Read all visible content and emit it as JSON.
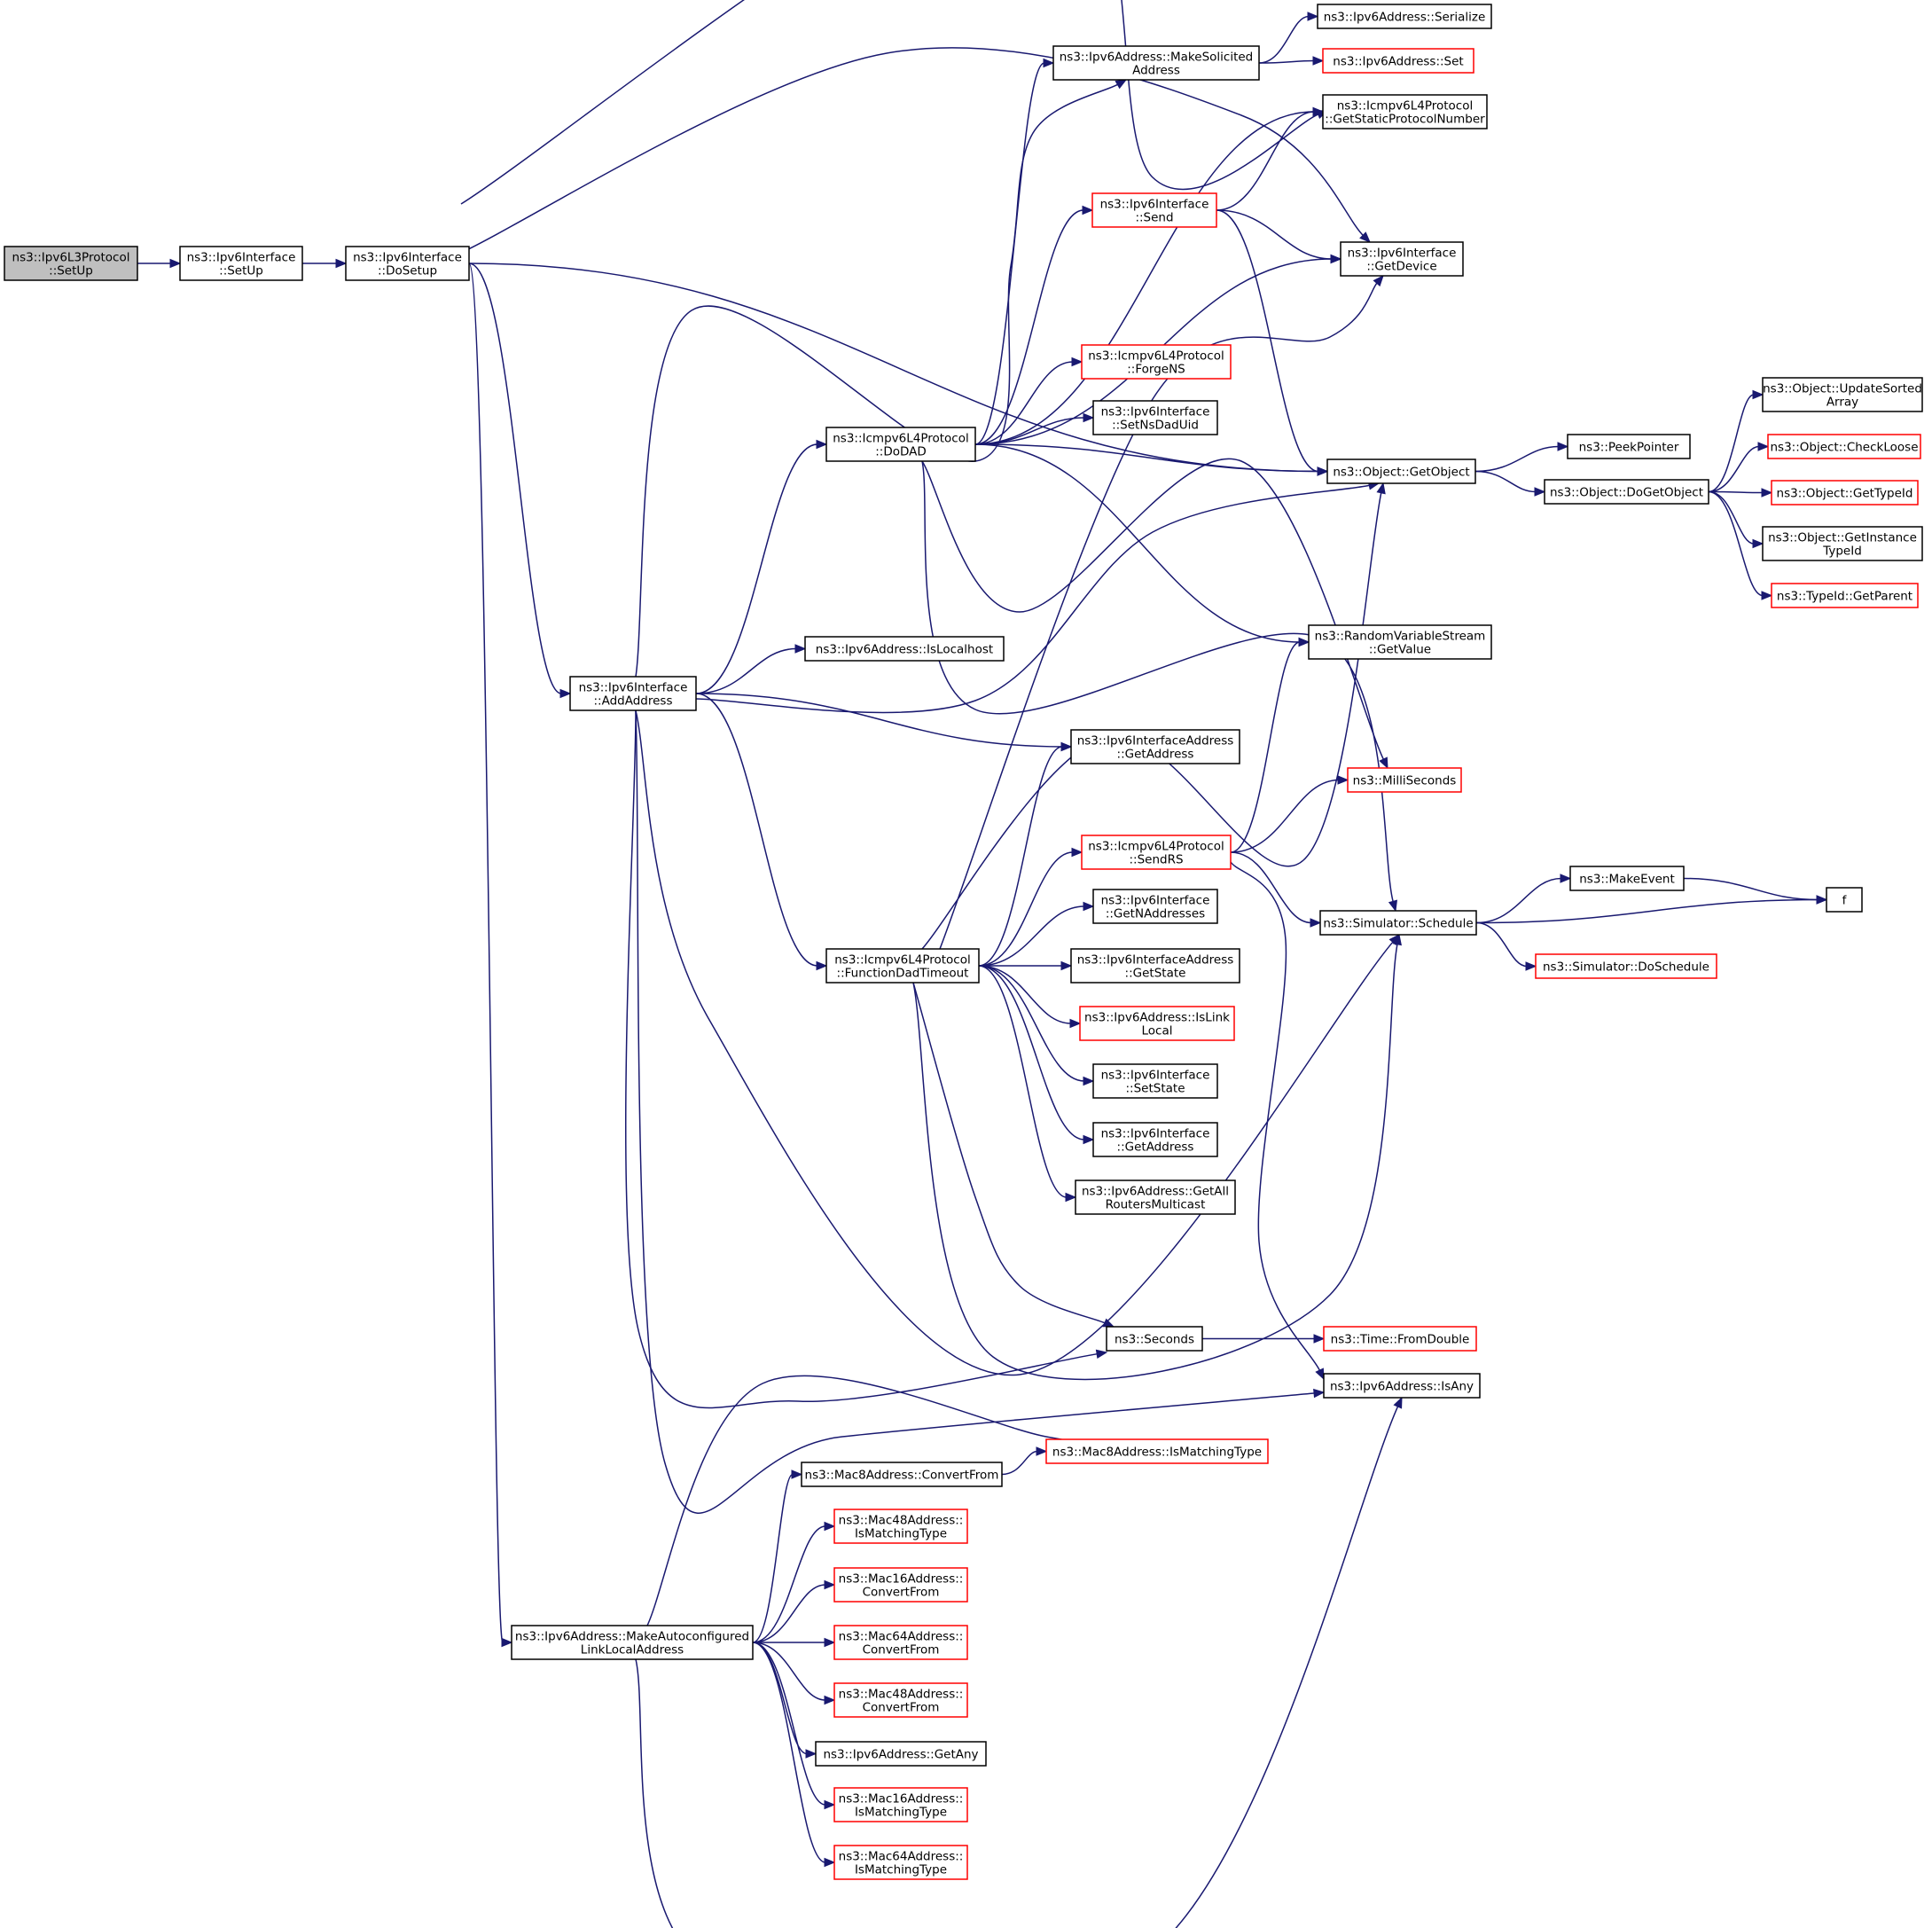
{
  "colors": {
    "edge": "#191970",
    "normal_border": "#000000",
    "truncated_border": "#ff0000",
    "root_fill": "#bfbfbf"
  },
  "nodes": {
    "setup_l3": {
      "lines": [
        "ns3::Ipv6L3Protocol",
        "::SetUp"
      ],
      "style": "root"
    },
    "setup_if": {
      "lines": [
        "ns3::Ipv6Interface",
        "::SetUp"
      ],
      "style": "normal"
    },
    "dosetup": {
      "lines": [
        "ns3::Ipv6Interface",
        "::DoSetup"
      ],
      "style": "normal"
    },
    "addaddress": {
      "lines": [
        "ns3::Ipv6Interface",
        "::AddAddress"
      ],
      "style": "normal"
    },
    "makeautolink": {
      "lines": [
        "ns3::Ipv6Address::MakeAutoconfigured",
        "LinkLocalAddress"
      ],
      "style": "normal"
    },
    "makesolicited": {
      "lines": [
        "ns3::Ipv6Address::MakeSolicited",
        "Address"
      ],
      "style": "normal"
    },
    "serialize": {
      "lines": [
        "ns3::Ipv6Address::Serialize"
      ],
      "style": "normal"
    },
    "addrset": {
      "lines": [
        "ns3::Ipv6Address::Set"
      ],
      "style": "red"
    },
    "getstaticproto": {
      "lines": [
        "ns3::Icmpv6L4Protocol",
        "::GetStaticProtocolNumber"
      ],
      "style": "normal"
    },
    "ifsend": {
      "lines": [
        "ns3::Ipv6Interface",
        "::Send"
      ],
      "style": "red"
    },
    "getdevice": {
      "lines": [
        "ns3::Ipv6Interface",
        "::GetDevice"
      ],
      "style": "normal"
    },
    "forgens": {
      "lines": [
        "ns3::Icmpv6L4Protocol",
        "::ForgeNS"
      ],
      "style": "red"
    },
    "setnsdaduid": {
      "lines": [
        "ns3::Ipv6Interface",
        "::SetNsDadUid"
      ],
      "style": "normal"
    },
    "dodad": {
      "lines": [
        "ns3::Icmpv6L4Protocol",
        "::DoDAD"
      ],
      "style": "normal"
    },
    "getobject": {
      "lines": [
        "ns3::Object::GetObject"
      ],
      "style": "normal"
    },
    "peekpointer": {
      "lines": [
        "ns3::PeekPointer"
      ],
      "style": "normal"
    },
    "dogetobject": {
      "lines": [
        "ns3::Object::DoGetObject"
      ],
      "style": "normal"
    },
    "updatesorted": {
      "lines": [
        "ns3::Object::UpdateSorted",
        "Array"
      ],
      "style": "normal"
    },
    "checkloose": {
      "lines": [
        "ns3::Object::CheckLoose"
      ],
      "style": "red"
    },
    "gettypeid": {
      "lines": [
        "ns3::Object::GetTypeId"
      ],
      "style": "red"
    },
    "getinstance": {
      "lines": [
        "ns3::Object::GetInstance",
        "TypeId"
      ],
      "style": "normal"
    },
    "getparent": {
      "lines": [
        "ns3::TypeId::GetParent"
      ],
      "style": "red"
    },
    "islocalhost": {
      "lines": [
        "ns3::Ipv6Address::IsLocalhost"
      ],
      "style": "normal"
    },
    "randgetvalue": {
      "lines": [
        "ns3::RandomVariableStream",
        "::GetValue"
      ],
      "style": "normal"
    },
    "ifaddrget": {
      "lines": [
        "ns3::Ipv6InterfaceAddress",
        "::GetAddress"
      ],
      "style": "normal"
    },
    "milliseconds": {
      "lines": [
        "ns3::MilliSeconds"
      ],
      "style": "red"
    },
    "sendrs": {
      "lines": [
        "ns3::Icmpv6L4Protocol",
        "::SendRS"
      ],
      "style": "red"
    },
    "makeevent": {
      "lines": [
        "ns3::MakeEvent"
      ],
      "style": "normal"
    },
    "f": {
      "lines": [
        "f"
      ],
      "style": "normal"
    },
    "schedule": {
      "lines": [
        "ns3::Simulator::Schedule"
      ],
      "style": "normal"
    },
    "getnaddresses": {
      "lines": [
        "ns3::Ipv6Interface",
        "::GetNAddresses"
      ],
      "style": "normal"
    },
    "fdadtimeout": {
      "lines": [
        "ns3::Icmpv6L4Protocol",
        "::FunctionDadTimeout"
      ],
      "style": "normal"
    },
    "ifaddrstate": {
      "lines": [
        "ns3::Ipv6InterfaceAddress",
        "::GetState"
      ],
      "style": "normal"
    },
    "doschedule": {
      "lines": [
        "ns3::Simulator::DoSchedule"
      ],
      "style": "red"
    },
    "islinklocal": {
      "lines": [
        "ns3::Ipv6Address::IsLink",
        "Local"
      ],
      "style": "red"
    },
    "setstate": {
      "lines": [
        "ns3::Ipv6Interface",
        "::SetState"
      ],
      "style": "normal"
    },
    "ifgetaddress": {
      "lines": [
        "ns3::Ipv6Interface",
        "::GetAddress"
      ],
      "style": "normal"
    },
    "getallrouters": {
      "lines": [
        "ns3::Ipv6Address::GetAll",
        "RoutersMulticast"
      ],
      "style": "normal"
    },
    "seconds": {
      "lines": [
        "ns3::Seconds"
      ],
      "style": "normal"
    },
    "fromdouble": {
      "lines": [
        "ns3::Time::FromDouble"
      ],
      "style": "red"
    },
    "isany": {
      "lines": [
        "ns3::Ipv6Address::IsAny"
      ],
      "style": "normal"
    },
    "mac8convert": {
      "lines": [
        "ns3::Mac8Address::ConvertFrom"
      ],
      "style": "normal"
    },
    "mac8matching": {
      "lines": [
        "ns3::Mac8Address::IsMatchingType"
      ],
      "style": "red"
    },
    "mac48matching": {
      "lines": [
        "ns3::Mac48Address::",
        "IsMatchingType"
      ],
      "style": "red"
    },
    "mac16convert": {
      "lines": [
        "ns3::Mac16Address::",
        "ConvertFrom"
      ],
      "style": "red"
    },
    "mac64convert": {
      "lines": [
        "ns3::Mac64Address::",
        "ConvertFrom"
      ],
      "style": "red"
    },
    "mac48convert": {
      "lines": [
        "ns3::Mac48Address::",
        "ConvertFrom"
      ],
      "style": "red"
    },
    "getany": {
      "lines": [
        "ns3::Ipv6Address::GetAny"
      ],
      "style": "normal"
    },
    "mac16matching": {
      "lines": [
        "ns3::Mac16Address::",
        "IsMatchingType"
      ],
      "style": "red"
    },
    "mac64matching": {
      "lines": [
        "ns3::Mac64Address::",
        "IsMatchingType"
      ],
      "style": "red"
    }
  },
  "edges": [
    [
      "setup_l3",
      "setup_if"
    ],
    [
      "setup_if",
      "dosetup"
    ],
    [
      "dosetup",
      "getstaticproto"
    ],
    [
      "dosetup",
      "getdevice"
    ],
    [
      "dosetup",
      "getobject"
    ],
    [
      "dosetup",
      "addaddress"
    ],
    [
      "dosetup",
      "makeautolink"
    ],
    [
      "makesolicited",
      "serialize"
    ],
    [
      "makesolicited",
      "addrset"
    ],
    [
      "ifsend",
      "getstaticproto"
    ],
    [
      "ifsend",
      "getdevice"
    ],
    [
      "ifsend",
      "getobject"
    ],
    [
      "dodad",
      "makesolicited"
    ],
    [
      "dodad",
      "getstaticproto"
    ],
    [
      "dodad",
      "ifsend"
    ],
    [
      "dodad",
      "getdevice"
    ],
    [
      "dodad",
      "forgens"
    ],
    [
      "dodad",
      "setnsdaduid"
    ],
    [
      "dodad",
      "getobject"
    ],
    [
      "dodad",
      "randgetvalue"
    ],
    [
      "dodad",
      "milliseconds"
    ],
    [
      "dodad",
      "schedule"
    ],
    [
      "getobject",
      "peekpointer"
    ],
    [
      "getobject",
      "dogetobject"
    ],
    [
      "dogetobject",
      "updatesorted"
    ],
    [
      "dogetobject",
      "checkloose"
    ],
    [
      "dogetobject",
      "gettypeid"
    ],
    [
      "dogetobject",
      "getinstance"
    ],
    [
      "dogetobject",
      "getparent"
    ],
    [
      "addaddress",
      "makesolicited"
    ],
    [
      "addaddress",
      "dodad"
    ],
    [
      "addaddress",
      "islocalhost"
    ],
    [
      "addaddress",
      "getobject"
    ],
    [
      "addaddress",
      "ifaddrget"
    ],
    [
      "addaddress",
      "fdadtimeout"
    ],
    [
      "addaddress",
      "schedule"
    ],
    [
      "addaddress",
      "seconds"
    ],
    [
      "addaddress",
      "isany"
    ],
    [
      "sendrs",
      "randgetvalue"
    ],
    [
      "sendrs",
      "milliseconds"
    ],
    [
      "sendrs",
      "schedule"
    ],
    [
      "sendrs",
      "isany"
    ],
    [
      "schedule",
      "makeevent"
    ],
    [
      "schedule",
      "f"
    ],
    [
      "schedule",
      "doschedule"
    ],
    [
      "makeevent",
      "f"
    ],
    [
      "fdadtimeout",
      "getdevice"
    ],
    [
      "fdadtimeout",
      "getobject"
    ],
    [
      "fdadtimeout",
      "ifaddrget"
    ],
    [
      "fdadtimeout",
      "sendrs"
    ],
    [
      "fdadtimeout",
      "getnaddresses"
    ],
    [
      "fdadtimeout",
      "ifaddrstate"
    ],
    [
      "fdadtimeout",
      "islinklocal"
    ],
    [
      "fdadtimeout",
      "setstate"
    ],
    [
      "fdadtimeout",
      "ifgetaddress"
    ],
    [
      "fdadtimeout",
      "getallrouters"
    ],
    [
      "fdadtimeout",
      "schedule"
    ],
    [
      "fdadtimeout",
      "seconds"
    ],
    [
      "seconds",
      "fromdouble"
    ],
    [
      "makeautolink",
      "mac8matching"
    ],
    [
      "makeautolink",
      "mac8convert"
    ],
    [
      "makeautolink",
      "mac48matching"
    ],
    [
      "makeautolink",
      "mac16convert"
    ],
    [
      "makeautolink",
      "mac64convert"
    ],
    [
      "makeautolink",
      "mac48convert"
    ],
    [
      "makeautolink",
      "getany"
    ],
    [
      "makeautolink",
      "mac16matching"
    ],
    [
      "makeautolink",
      "mac64matching"
    ],
    [
      "makeautolink",
      "isany"
    ],
    [
      "mac8convert",
      "mac8matching"
    ]
  ]
}
